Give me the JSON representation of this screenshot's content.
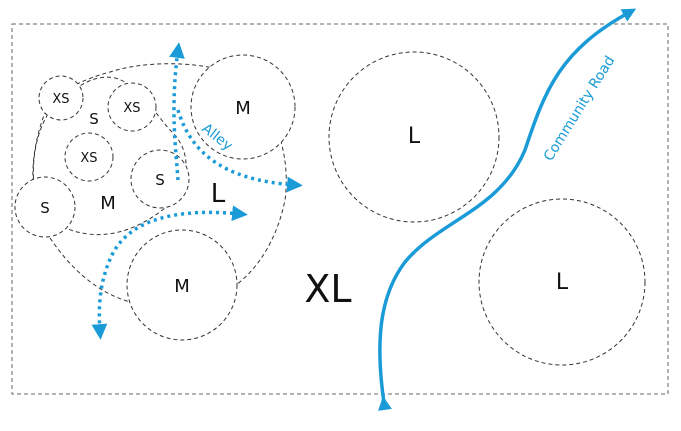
{
  "colors": {
    "road": "#1a9bd7",
    "outline": "#333333",
    "boundary": "#666666",
    "text": "#111111"
  },
  "zones": {
    "xs1": "XS",
    "xs2": "XS",
    "xs3": "XS",
    "s1": "S",
    "s2": "S",
    "s3": "S",
    "m_cluster": "M",
    "m_top": "M",
    "m_bottom": "M",
    "l_cluster": "L",
    "l_upper": "L",
    "l_lower": "L",
    "xl": "XL"
  },
  "roads": {
    "alley": "Alley",
    "community": "Community Road"
  }
}
